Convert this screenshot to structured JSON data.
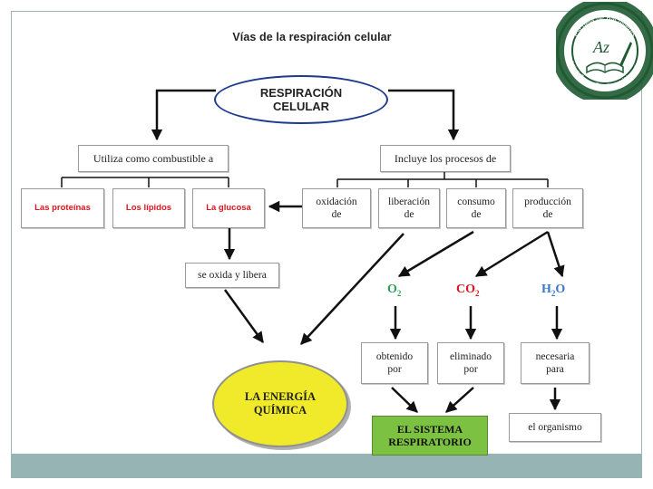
{
  "diagram": {
    "title": "Vías de la respiración celular",
    "root": {
      "line1": "RESPIRACIÓN",
      "line2": "CELULAR"
    },
    "left_header": "Utiliza como combustible a",
    "right_header": "Incluye los procesos de",
    "fuels": [
      "Las proteínas",
      "Los lípidos",
      "La glucosa"
    ],
    "processes": [
      {
        "line1": "oxidación",
        "line2": "de"
      },
      {
        "line1": "liberación",
        "line2": "de"
      },
      {
        "line1": "consumo",
        "line2": "de"
      },
      {
        "line1": "producción",
        "line2": "de"
      }
    ],
    "oxidizes": "se oxida y libera",
    "formulas": [
      {
        "base": "O",
        "sub": "2",
        "color": "#2e9d5a"
      },
      {
        "base": "CO",
        "sub": "2",
        "color": "#e0141e"
      },
      {
        "base": "H",
        "sub": "2",
        "tail": "O",
        "color": "#3b78c6"
      }
    ],
    "qualifiers": [
      {
        "line1": "obtenido",
        "line2": "por"
      },
      {
        "line1": "eliminado",
        "line2": "por"
      },
      {
        "line1": "necesaria",
        "line2": "para"
      }
    ],
    "energy": {
      "line1": "LA ENERGÍA",
      "line2": "QUÍMICA"
    },
    "resp_system": {
      "line1": "EL SISTEMA",
      "line2": "RESPIRATORIO"
    },
    "organism": "el organismo"
  },
  "logo": {
    "text_top": "Escuela de Bachilleres",
    "text_bottom": "Artículo Tercero Constitucional Vespertino",
    "monogram": "Az",
    "color": "#1f5a32"
  }
}
